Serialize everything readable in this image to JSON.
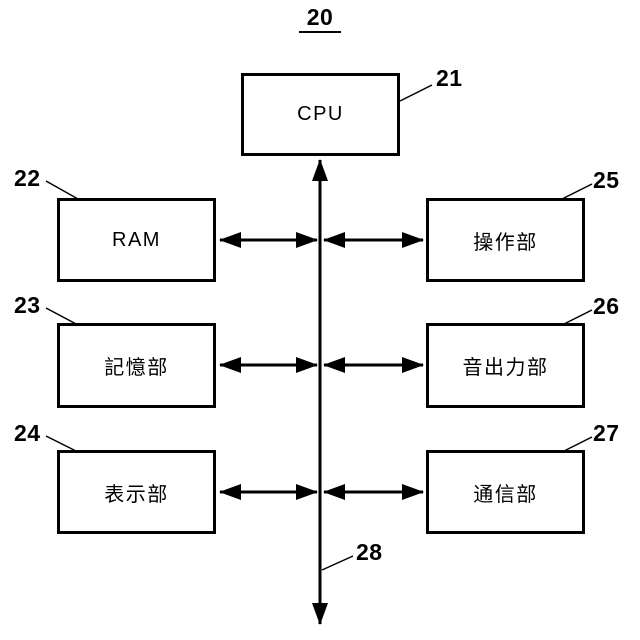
{
  "figure": {
    "title": "20",
    "bus_ref": "28",
    "blocks": [
      {
        "id": "cpu",
        "label": "CPU",
        "ref": "21"
      },
      {
        "id": "ram",
        "label": "RAM",
        "ref": "22"
      },
      {
        "id": "storage",
        "label": "記憶部",
        "ref": "23"
      },
      {
        "id": "display",
        "label": "表示部",
        "ref": "24"
      },
      {
        "id": "operation",
        "label": "操作部",
        "ref": "25"
      },
      {
        "id": "sound_output",
        "label": "音出力部",
        "ref": "26"
      },
      {
        "id": "communication",
        "label": "通信部",
        "ref": "27"
      }
    ]
  }
}
